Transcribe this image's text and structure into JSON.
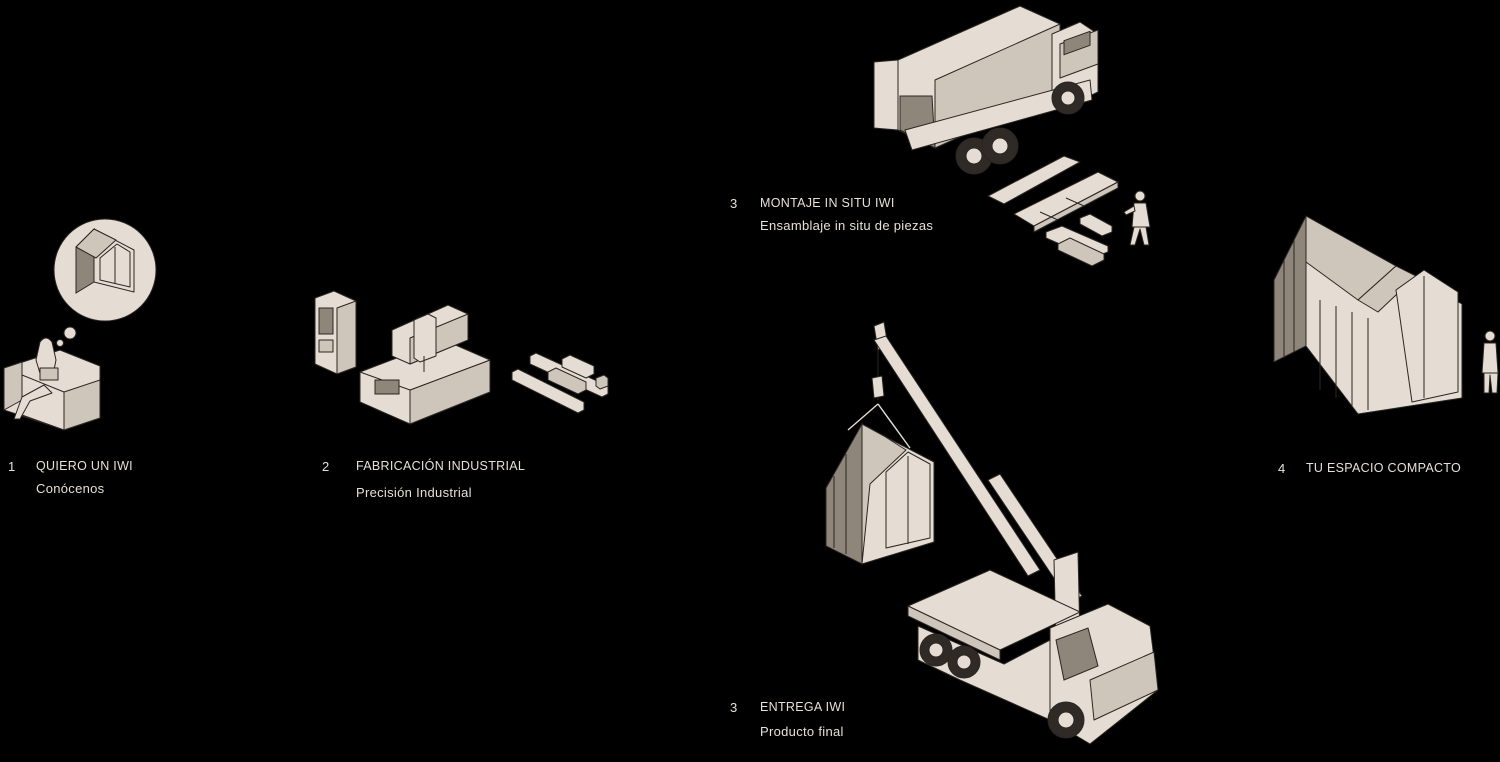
{
  "steps": [
    {
      "number": "1",
      "title": "QUIERO UN IWI",
      "subtitle": "Conócenos"
    },
    {
      "number": "2",
      "title": "FABRICACIÓN INDUSTRIAL",
      "subtitle": "Precisión Industrial"
    },
    {
      "number": "3",
      "title": "MONTAJE IN SITU IWI",
      "subtitle": "Ensamblaje in situ de piezas"
    },
    {
      "number": "3",
      "title": "ENTREGA  IWI",
      "subtitle": "Producto final"
    },
    {
      "number": "4",
      "title": "TU ESPACIO COMPACTO",
      "subtitle": ""
    }
  ],
  "colors": {
    "background": "#000000",
    "illustration": "#e5ddd3",
    "text": "#e8e0d6",
    "outline": "#2b2622"
  }
}
